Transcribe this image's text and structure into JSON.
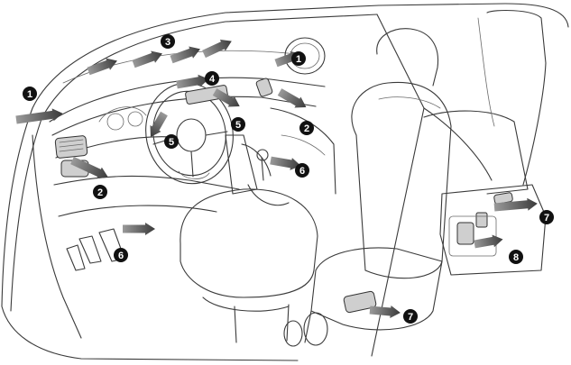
{
  "callouts": [
    {
      "id": "c1a",
      "label": "1"
    },
    {
      "id": "c1b",
      "label": "1"
    },
    {
      "id": "c2a",
      "label": "2"
    },
    {
      "id": "c2b",
      "label": "2"
    },
    {
      "id": "c3",
      "label": "3"
    },
    {
      "id": "c4",
      "label": "4"
    },
    {
      "id": "c5a",
      "label": "5"
    },
    {
      "id": "c5b",
      "label": "5"
    },
    {
      "id": "c6a",
      "label": "6"
    },
    {
      "id": "c6b",
      "label": "6"
    },
    {
      "id": "c7a",
      "label": "7"
    },
    {
      "id": "c7b",
      "label": "7"
    },
    {
      "id": "c8",
      "label": "8"
    }
  ],
  "airflow_arrows": {
    "count": 16,
    "fill_from": "#9a9a9a",
    "fill_to": "#3a3a3a"
  },
  "colors": {
    "line": "#3a3a3a",
    "badge": "#111111",
    "badge_text": "#ffffff",
    "background": "#ffffff"
  }
}
